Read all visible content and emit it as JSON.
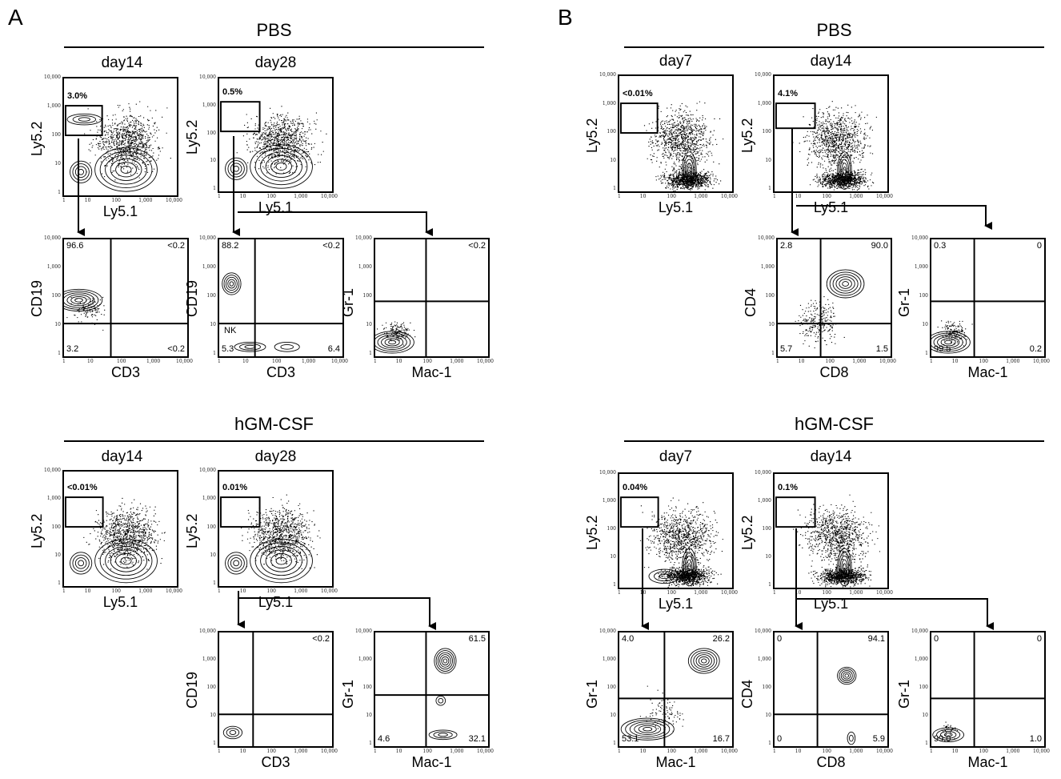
{
  "panels": [
    {
      "letter": "A",
      "groups": [
        {
          "title": "PBS",
          "gates": [
            {
              "day": "day14",
              "gate": "3.0%"
            },
            {
              "day": "day28",
              "gate": "0.5%"
            }
          ],
          "sub": [
            {
              "x": "CD3",
              "y": "CD19",
              "q": {
                "ul": "96.6",
                "ur": "<0.2",
                "ll": "3.2",
                "lr": "<0.2"
              }
            },
            {
              "x": "CD3",
              "y": "CD19",
              "q": {
                "ul": "88.2",
                "ur": "<0.2",
                "ll": "5.3",
                "lr": "6.4",
                "nk": "NK"
              }
            },
            {
              "x": "Mac-1",
              "y": "Gr-1",
              "q": {
                "ur": "<0.2"
              }
            }
          ]
        },
        {
          "title": "hGM-CSF",
          "gates": [
            {
              "day": "day14",
              "gate": "<0.01%"
            },
            {
              "day": "day28",
              "gate": "0.01%"
            }
          ],
          "sub": [
            {
              "x": "CD3",
              "y": "CD19",
              "q": {
                "ur": "<0.2"
              }
            },
            {
              "x": "Mac-1",
              "y": "Gr-1",
              "q": {
                "ur": "61.5",
                "ll": "4.6",
                "lr": "32.1"
              }
            }
          ]
        }
      ]
    },
    {
      "letter": "B",
      "groups": [
        {
          "title": "PBS",
          "gates": [
            {
              "day": "day7",
              "gate": "<0.01%"
            },
            {
              "day": "day14",
              "gate": "4.1%"
            }
          ],
          "sub": [
            {
              "x": "CD8",
              "y": "CD4",
              "q": {
                "ul": "2.8",
                "ur": "90.0",
                "ll": "5.7",
                "lr": "1.5"
              }
            },
            {
              "x": "Mac-1",
              "y": "Gr-1",
              "q": {
                "ul": "0.3",
                "ur": "0",
                "ll": "99.5",
                "lr": "0.2"
              }
            }
          ]
        },
        {
          "title": "hGM-CSF",
          "gates": [
            {
              "day": "day7",
              "gate": "0.04%"
            },
            {
              "day": "day14",
              "gate": "0.1%"
            }
          ],
          "sub": [
            {
              "x": "Mac-1",
              "y": "Gr-1",
              "q": {
                "ul": "4.0",
                "ur": "26.2",
                "ll": "53.1",
                "lr": "16.7"
              }
            },
            {
              "x": "CD8",
              "y": "CD4",
              "q": {
                "ul": "0",
                "ur": "94.1",
                "ll": "0",
                "lr": "5.9"
              }
            },
            {
              "x": "Mac-1",
              "y": "Gr-1",
              "q": {
                "ul": "0",
                "ur": "0",
                "ll": "99.0",
                "lr": "1.0"
              }
            }
          ]
        }
      ]
    }
  ],
  "gate_axes": {
    "x": "Ly5.1",
    "y": "Ly5.2"
  },
  "ticks": [
    "10,000",
    "1,000",
    "100",
    "10",
    "1"
  ],
  "chart_data": {
    "type": "scatter",
    "title": "",
    "axis_scale": "log",
    "axis_range": [
      1,
      10000
    ],
    "ticks": [
      1,
      10,
      100,
      1000,
      10000
    ],
    "gated_percentages": {
      "A_PBS": {
        "day14": 3.0,
        "day28": 0.5
      },
      "A_hGM-CSF": {
        "day14": "<0.01",
        "day28": 0.01
      },
      "B_PBS": {
        "day7": "<0.01",
        "day14": 4.1
      },
      "B_hGM-CSF": {
        "day7": 0.04,
        "day14": 0.1
      }
    }
  },
  "colors": {
    "ink": "#000000",
    "background": "#ffffff"
  }
}
